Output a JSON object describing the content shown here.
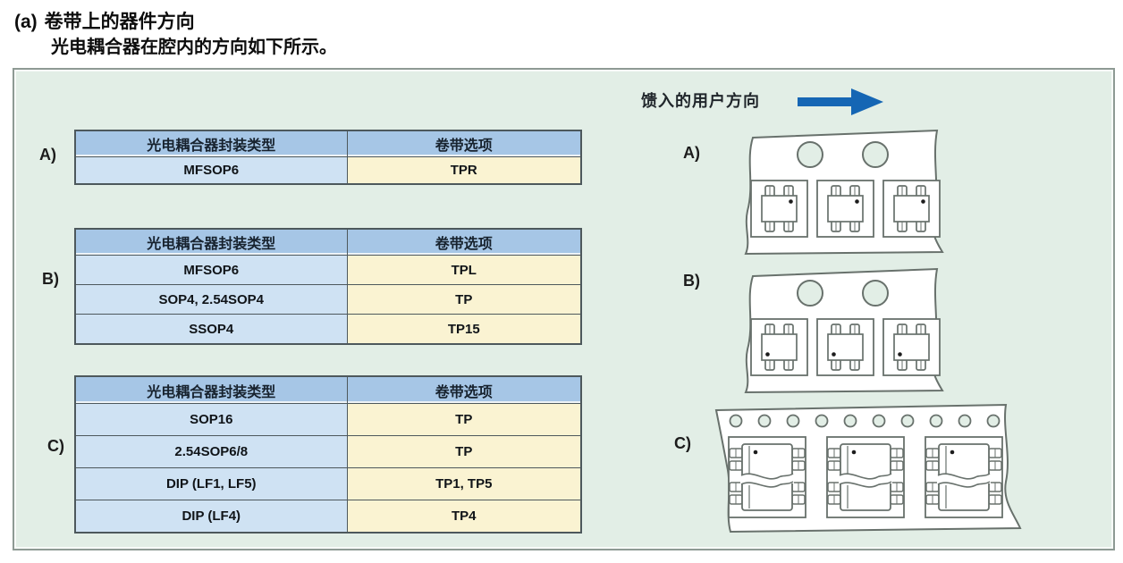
{
  "title": {
    "prefix": "(a)",
    "line1": "卷带上的器件方向",
    "line2": "光电耦合器在腔内的方向如下所示。"
  },
  "feed_direction": {
    "label": "馈入的用户方向",
    "arrow_icon": "right-arrow-icon",
    "arrow_color": "#1566b4"
  },
  "tables": [
    {
      "label": "A)",
      "headers": [
        "光电耦合器封装类型",
        "卷带选项"
      ],
      "rows": [
        [
          "MFSOP6",
          "TPR"
        ]
      ]
    },
    {
      "label": "B)",
      "headers": [
        "光电耦合器封装类型",
        "卷带选项"
      ],
      "rows": [
        [
          "MFSOP6",
          "TPL"
        ],
        [
          "SOP4, 2.54SOP4",
          "TP"
        ],
        [
          "SSOP4",
          "TP15"
        ]
      ]
    },
    {
      "label": "C)",
      "headers": [
        "光电耦合器封装类型",
        "卷带选项"
      ],
      "rows": [
        [
          "SOP16",
          "TP"
        ],
        [
          "2.54SOP6/8",
          "TP"
        ],
        [
          "DIP (LF1, LF5)",
          "TP1, TP5"
        ],
        [
          "DIP (LF4)",
          "TP4"
        ]
      ]
    }
  ],
  "diagrams": [
    {
      "label": "A)",
      "tape": "carrier-tape-2-sprocket-holes-3-cavities",
      "component": "4-lead-smd-package",
      "pin1_dot": "top-right"
    },
    {
      "label": "B)",
      "tape": "carrier-tape-2-sprocket-holes-3-cavities",
      "component": "4-lead-smd-package",
      "pin1_dot": "bottom-left"
    },
    {
      "label": "C)",
      "tape": "carrier-tape-10-sprocket-holes-3-cavities",
      "component": "8-lead-sop-dip-package-with-break-line",
      "pin1_dot": "top-left"
    }
  ],
  "colors": {
    "panel_bg": "#e2eee6",
    "panel_border": "#8e9a94",
    "header_blue": "#a6c6e6",
    "cell_blue": "#cfe2f3",
    "cell_cream": "#faf3d2",
    "table_border": "#4d585c",
    "arrow_blue": "#1566b4",
    "tape_stroke": "#68716c",
    "tape_fill": "#ffffff"
  }
}
